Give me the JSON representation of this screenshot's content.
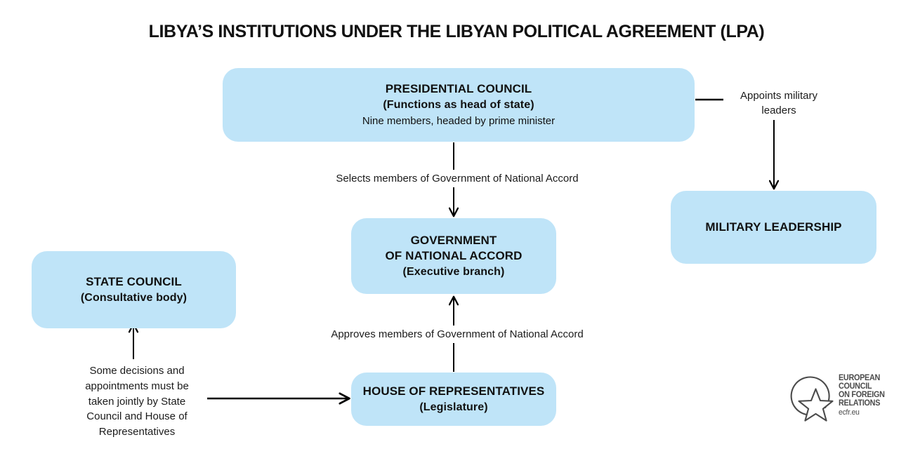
{
  "title": "LIBYA’S INSTITUTIONS UNDER THE LIBYAN POLITICAL AGREEMENT (LPA)",
  "theme": {
    "box_fill": "#bfe4f8",
    "text_color": "#111111",
    "connector_color": "#000000",
    "background": "#ffffff",
    "logo_color": "#4b4b4b"
  },
  "nodes": {
    "presidential_council": {
      "name": "PRESIDENTIAL COUNCIL",
      "subtitle": "(Functions as head of state)",
      "note": "Nine members, headed by prime minister"
    },
    "government_of_national_accord": {
      "name_line1": "GOVERNMENT",
      "name_line2": "OF NATIONAL ACCORD",
      "subtitle": "(Executive branch)"
    },
    "state_council": {
      "name": "STATE COUNCIL",
      "subtitle": "(Consultative body)"
    },
    "house_of_representatives": {
      "name": "HOUSE OF REPRESENTATIVES",
      "subtitle": "(Legislature)"
    },
    "military_leadership": {
      "name": "MILITARY LEADERSHIP"
    }
  },
  "edges": {
    "selects": "Selects members of Government of National Accord",
    "approves": "Approves members of Government of National Accord",
    "appoints_line1": "Appoints military",
    "appoints_line2": "leaders",
    "joint_decisions_line1": "Some decisions and",
    "joint_decisions_line2": "appointments must be",
    "joint_decisions_line3": "taken jointly by State",
    "joint_decisions_line4": "Council and House of",
    "joint_decisions_line5": "Representatives"
  },
  "logo": {
    "line1": "EUROPEAN",
    "line2": "COUNCIL",
    "line3": "ON FOREIGN",
    "line4": "RELATIONS",
    "url": "ecfr.eu"
  }
}
